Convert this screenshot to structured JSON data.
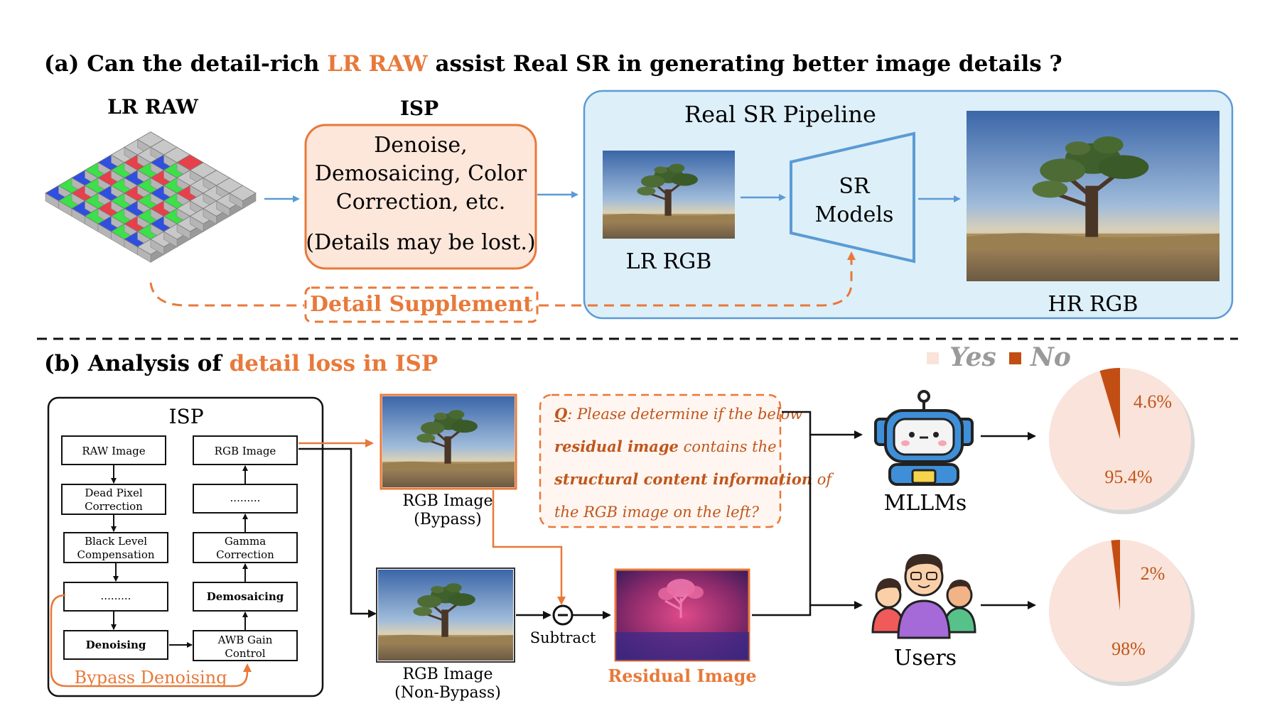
{
  "colors": {
    "orange": "#E8793A",
    "blue": "#5B9BD5",
    "panel_bg": "#DDEFF9",
    "pie_yes": "#F9E3DA",
    "pie_no": "#C24E13",
    "isp_fill": "#FDE6DA"
  },
  "part_a": {
    "title_pre": "(a) Can the detail-rich ",
    "title_highlight": "LR RAW",
    "title_post": " assist Real SR in generating better image details ?",
    "lr_raw_label": "LR RAW",
    "isp_label": "ISP",
    "isp_lines": [
      "Denoise,",
      "Demosaicing, Color",
      "Correction, etc."
    ],
    "isp_note": "(Details may be lost.)",
    "pipeline_title": "Real SR Pipeline",
    "lr_rgb_label": "LR RGB",
    "sr_lines": [
      "SR",
      "Models"
    ],
    "hr_rgb_label": "HR RGB",
    "detail_supplement": "Detail Supplement"
  },
  "part_b": {
    "title_pre": "(b) Analysis of ",
    "title_highlight": "detail loss in ISP",
    "isp_box_title": "ISP",
    "left_col": [
      "RAW Image",
      "Dead Pixel",
      "Correction",
      "Black Level",
      "Compensation",
      ".........",
      "Denoising"
    ],
    "right_col": [
      "RGB Image",
      ".........",
      "Gamma",
      "Correction",
      "Demosaicing",
      "AWB Gain",
      "Control"
    ],
    "bypass_label": "Bypass Denoising",
    "rgb_bypass": [
      "RGB Image",
      "(Bypass)"
    ],
    "rgb_nonbypass": [
      "RGB Image",
      "(Non-Bypass)"
    ],
    "subtract_label": "Subtract",
    "residual_label": "Residual Image",
    "question": {
      "q": "Q",
      "l1": ": Please determine if the below",
      "l2_bold": "residual image",
      "l2_rest": " contains the",
      "l3_bold": "structural content information",
      "l3_rest": " of",
      "l4": "the RGB image on the left?"
    },
    "mllms_label": "MLLMs",
    "users_label": "Users",
    "legend": {
      "yes": "Yes",
      "no": "No"
    }
  },
  "chart_data": [
    {
      "type": "pie",
      "categories": [
        "Yes",
        "No"
      ],
      "values": [
        95.4,
        4.6
      ],
      "labels": [
        "95.4%",
        "4.6%"
      ]
    },
    {
      "type": "pie",
      "categories": [
        "Yes",
        "No"
      ],
      "values": [
        98,
        2
      ],
      "labels": [
        "98%",
        "2%"
      ]
    }
  ]
}
